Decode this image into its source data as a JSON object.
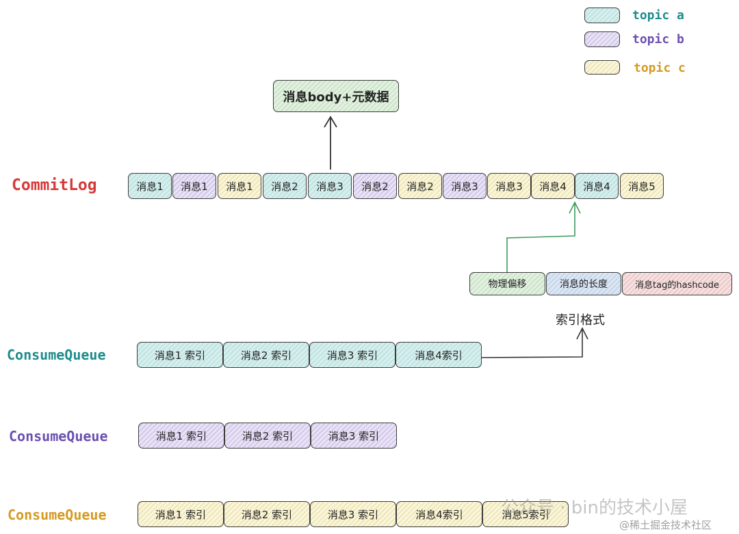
{
  "legend": {
    "a": {
      "label": "topic a",
      "color": "#1d8c8a"
    },
    "b": {
      "label": "topic b",
      "color": "#6a4fb0"
    },
    "c": {
      "label": "topic c",
      "color": "#d49a22"
    }
  },
  "metadata_box": "消息body+元数据",
  "commitlog": {
    "label": "CommitLog",
    "color": "#d63a3a",
    "items": [
      {
        "text": "消息1",
        "topic": "a"
      },
      {
        "text": "消息1",
        "topic": "b"
      },
      {
        "text": "消息1",
        "topic": "c"
      },
      {
        "text": "消息2",
        "topic": "a"
      },
      {
        "text": "消息3",
        "topic": "a"
      },
      {
        "text": "消息2",
        "topic": "b"
      },
      {
        "text": "消息2",
        "topic": "c"
      },
      {
        "text": "消息3",
        "topic": "b"
      },
      {
        "text": "消息3",
        "topic": "c"
      },
      {
        "text": "消息4",
        "topic": "c"
      },
      {
        "text": "消息4",
        "topic": "a"
      },
      {
        "text": "消息5",
        "topic": "c"
      }
    ]
  },
  "index_format": {
    "title": "索引格式",
    "fields": [
      "物理偏移",
      "消息的长度",
      "消息tag的hashcode"
    ]
  },
  "queues": [
    {
      "label": "ConsumeQueue",
      "color": "#1d8c8a",
      "topic": "a",
      "items": [
        "消息1 索引",
        "消息2 索引",
        "消息3 索引",
        "消息4索引"
      ]
    },
    {
      "label": "ConsumeQueue",
      "color": "#6a4fb0",
      "topic": "b",
      "items": [
        "消息1 索引",
        "消息2 索引",
        "消息3 索引"
      ]
    },
    {
      "label": "ConsumeQueue",
      "color": "#d49a22",
      "topic": "c",
      "items": [
        "消息1 索引",
        "消息2 索引",
        "消息3 索引",
        "消息4索引",
        "消息5索引"
      ]
    }
  ],
  "watermark": {
    "main": "公众号 · bin的技术小屋",
    "sub": "@稀土掘金技术社区"
  }
}
